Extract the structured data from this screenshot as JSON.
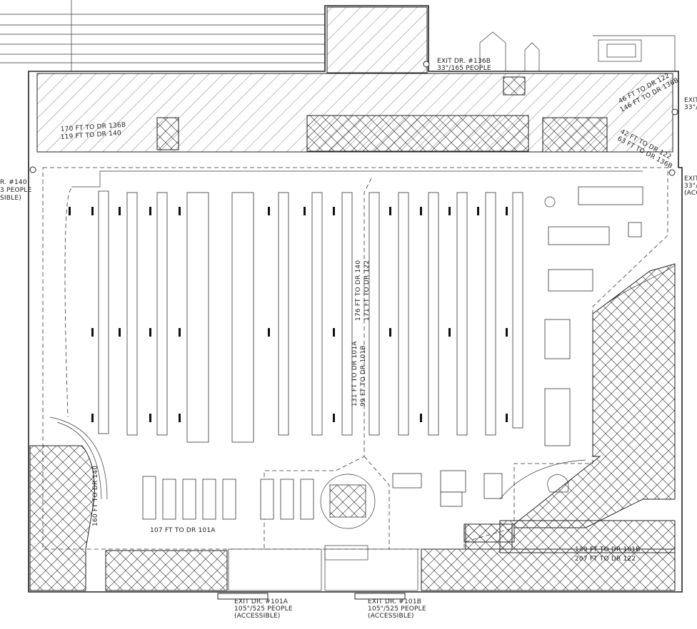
{
  "exits": {
    "exit_136b": {
      "line1": "EXIT DR. #136B",
      "line2": "33\"/165 PEOPLE"
    },
    "exit_140": {
      "line1": "R. #140",
      "line2": "3 PEOPLE",
      "line3": "SIBLE)"
    },
    "exit_122": {
      "line1": "EXIT",
      "line2": "33\"/"
    },
    "exit_122_lower": {
      "line1": "EXIT",
      "line2": "33\"/",
      "line3": "(ACCE"
    },
    "exit_101a": {
      "line1": "EXIT DR. #101A",
      "line2": "105\"/525 PEOPLE",
      "line3": "(ACCESSIBLE)"
    },
    "exit_101b": {
      "line1": "EXIT DR. #101B",
      "line2": "105\"/525 PEOPLE",
      "line3": "(ACCESSIBLE)"
    }
  },
  "distances": {
    "nw_1": "170 FT TO DR 136B",
    "nw_2": "119 FT TO DR 140",
    "ne_1": "46 FT TO DR 122",
    "ne_2": "146 FT TO DR 136B",
    "ne_3": "42 FT TO DR 122",
    "ne_4": "63 FT TO DR 136B",
    "center_1": "176 FT TO DR 140",
    "center_2": "171 FT TO DR 122",
    "center_3": "131 FT TO DR 101A",
    "center_4": "99 FT TO DR 101B",
    "sw_vertical": "160 FT TO DR 140",
    "south": "107 FT TO DR 101A",
    "se_1": "139 FT TO DR 101B",
    "se_2": "207 FT TO DR 122"
  }
}
